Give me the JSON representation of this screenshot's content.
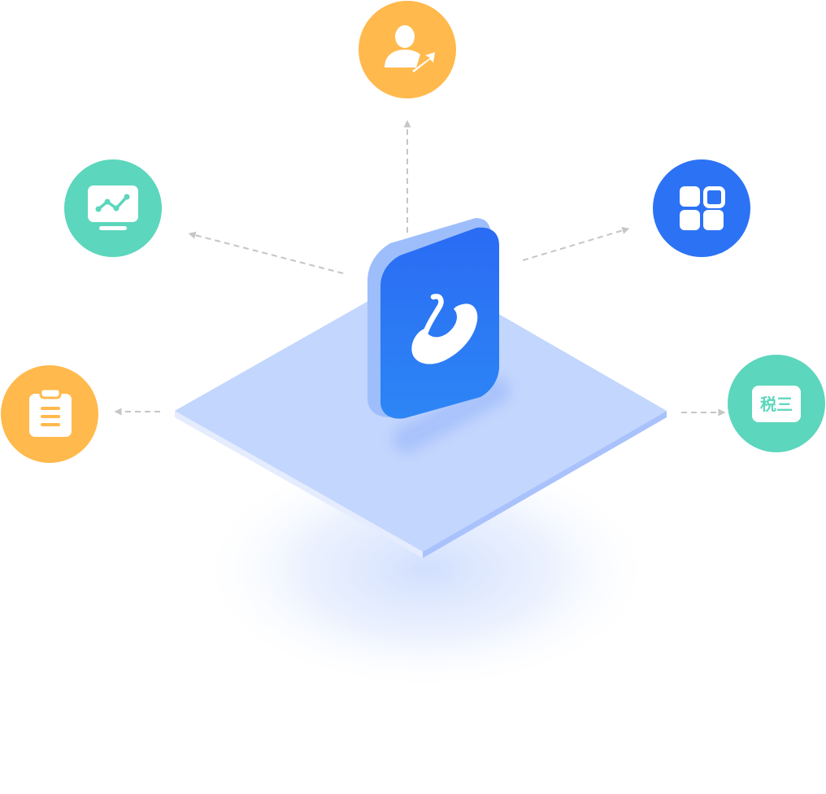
{
  "colors": {
    "orange": "#FFB94C",
    "teal": "#5CD6BC",
    "blue": "#2C72F5",
    "arrow": "#C6C6C6",
    "platform_top": "#C3D6FD",
    "platform_edge_left": "#E4ECFE",
    "platform_edge_right": "#A9C2FC",
    "app_front_top": "#2A6BF4",
    "app_front_bottom": "#2D86F5",
    "app_side": "#9DBEFA",
    "shadow": "#BFD1FC"
  },
  "center": {
    "icon": "app-logo-icon"
  },
  "nodes": [
    {
      "id": "top",
      "icon": "user-growth-icon",
      "color": "orange"
    },
    {
      "id": "left-upper",
      "icon": "monitor-chart-icon",
      "color": "teal"
    },
    {
      "id": "right-upper",
      "icon": "app-grid-icon",
      "color": "blue"
    },
    {
      "id": "left-lower",
      "icon": "clipboard-icon",
      "color": "orange"
    },
    {
      "id": "right-lower",
      "icon": "tax-card-icon",
      "color": "teal",
      "label": "税三"
    }
  ]
}
